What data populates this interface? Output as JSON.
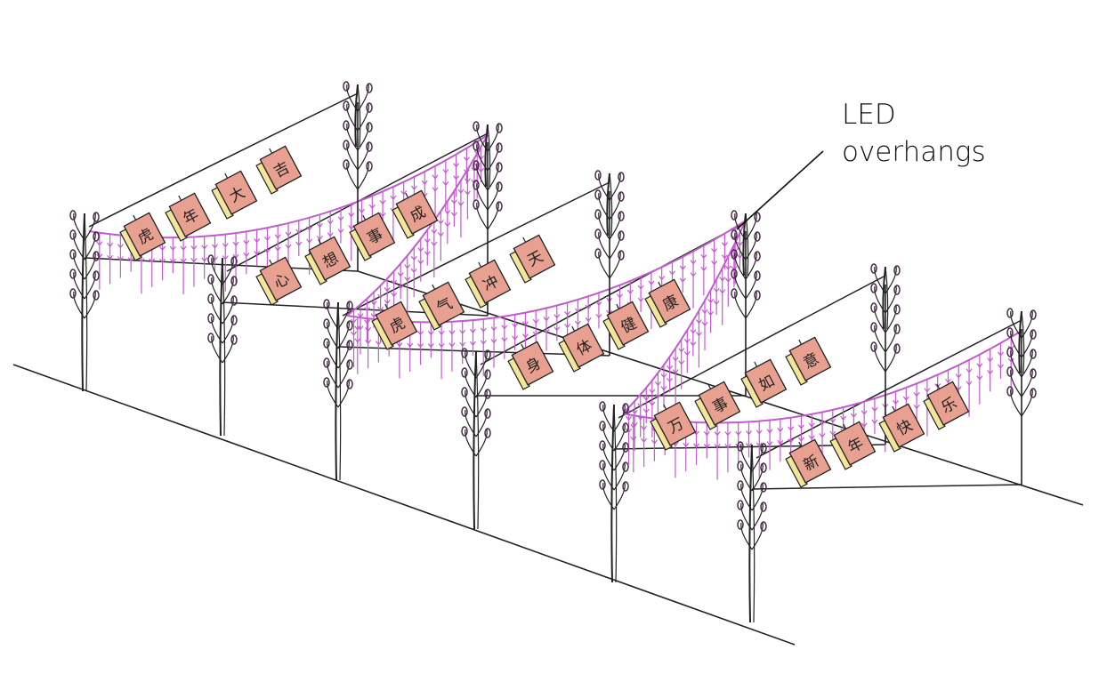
{
  "annotation": {
    "line1": "LED",
    "line2": "overhangs"
  },
  "lantern_groups": [
    [
      "虎",
      "年",
      "大",
      "吉"
    ],
    [
      "心",
      "想",
      "事",
      "成"
    ],
    [
      "虎",
      "气",
      "冲",
      "天"
    ],
    [
      "身",
      "体",
      "健",
      "康"
    ],
    [
      "万",
      "事",
      "如",
      "意"
    ],
    [
      "新",
      "年",
      "快",
      "乐"
    ]
  ],
  "colors": {
    "led": "#c45ad0",
    "lantern": "#e8a090",
    "lantern_side": "#f3e59a",
    "ink": "#222222"
  }
}
